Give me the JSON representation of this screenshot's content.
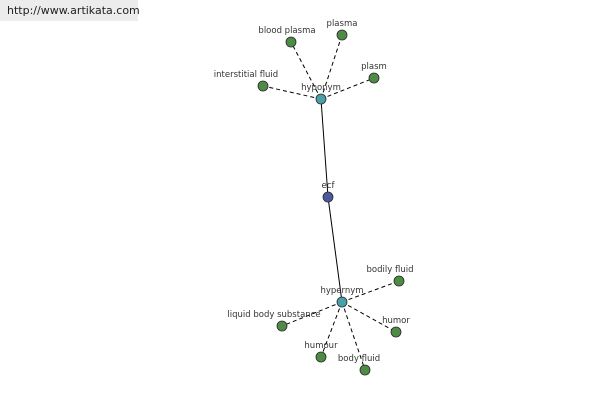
{
  "banner": {
    "url_text": "http://www.artikata.com"
  },
  "colors": {
    "center_node": "#4a5a9c",
    "relation_node": "#4aa0a8",
    "term_node": "#4e8c46",
    "node_stroke": "#2a2a2a",
    "edge": "#000000",
    "label": "#333333"
  },
  "graph": {
    "center": {
      "id": "ecf",
      "label": "ecf"
    },
    "relations": [
      {
        "id": "hyponym",
        "label": "hyponym",
        "terms": [
          "blood plasma",
          "plasma",
          "interstitial fluid",
          "plasm"
        ]
      },
      {
        "id": "hypernym",
        "label": "hypernym",
        "terms": [
          "bodily fluid",
          "liquid body substance",
          "humor",
          "humour",
          "body fluid"
        ]
      }
    ]
  }
}
